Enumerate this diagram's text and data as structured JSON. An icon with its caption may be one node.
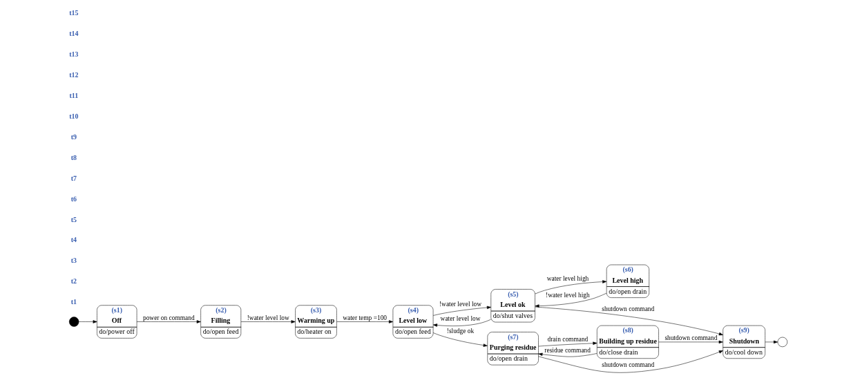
{
  "diagram": {
    "nodes": [
      {
        "text": [],
        "shape": "circle"
      },
      {
        "text": [
          "(s1)",
          "Off",
          "do/power off"
        ]
      },
      {
        "text": [
          "(s2)",
          "Filling",
          "do/open feed"
        ]
      },
      {
        "text": [
          "(s3)",
          "Warming up",
          "do/heater on"
        ]
      },
      {
        "text": [
          "(s4)",
          "Level low",
          "do/open feed"
        ]
      },
      {
        "text": [
          "(s5)",
          "Level ok",
          "do/shut valves"
        ]
      },
      {
        "text": [
          "(s6)",
          "Level high",
          "do/open drain"
        ]
      },
      {
        "text": [
          "(s7)",
          "Purging residue",
          "do/open drain"
        ]
      },
      {
        "text": [
          "(s8)",
          "Building up residue",
          "do/close drain"
        ]
      },
      {
        "text": [
          "(s9)",
          "Shutdown",
          "do/cool down"
        ]
      },
      {
        "text": [],
        "shape": "circle"
      }
    ],
    "edges": [
      {
        "from": 0,
        "to": 1,
        "arrow": "to"
      },
      {
        "from": 1,
        "to": 2,
        "arrow": "to",
        "label": "power on command"
      },
      {
        "from": 2,
        "to": 3,
        "arrow": "to",
        "label": "!water level low"
      },
      {
        "from": 3,
        "to": 4,
        "arrow": "to",
        "label": "water temp =100"
      },
      {
        "from": 4,
        "to": 5,
        "arrow": "to",
        "label": "!water level low"
      },
      {
        "from": 5,
        "to": 4,
        "arrow": "to",
        "label": "water level low"
      },
      {
        "from": 5,
        "to": 6,
        "arrow": "to",
        "label": "water level high"
      },
      {
        "from": 6,
        "to": 5,
        "arrow": "to",
        "label": "!water level high"
      },
      {
        "from": 4,
        "to": 7,
        "arrow": "to",
        "label": "!sludge ok"
      },
      {
        "from": 7,
        "to": 8,
        "arrow": "to",
        "label": "drain command"
      },
      {
        "from": 8,
        "to": 7,
        "arrow": "to",
        "label": "residue command"
      },
      {
        "from": 8,
        "to": 9,
        "arrow": "to",
        "label": "shutdown command"
      },
      {
        "from": 7,
        "to": 9,
        "arrow": "to",
        "label": "shutdown command"
      },
      {
        "from": 5,
        "to": 9,
        "arrow": "to",
        "label": "shutdown command"
      },
      {
        "from": 9,
        "to": 10,
        "arrow": "to"
      }
    ],
    "labels": [
      "t1",
      "t2",
      "t3",
      "t4",
      "t5",
      "t6",
      "t7",
      "t8",
      "t9",
      "t10",
      "t11",
      "t12",
      "t13",
      "t14",
      "t15"
    ]
  }
}
